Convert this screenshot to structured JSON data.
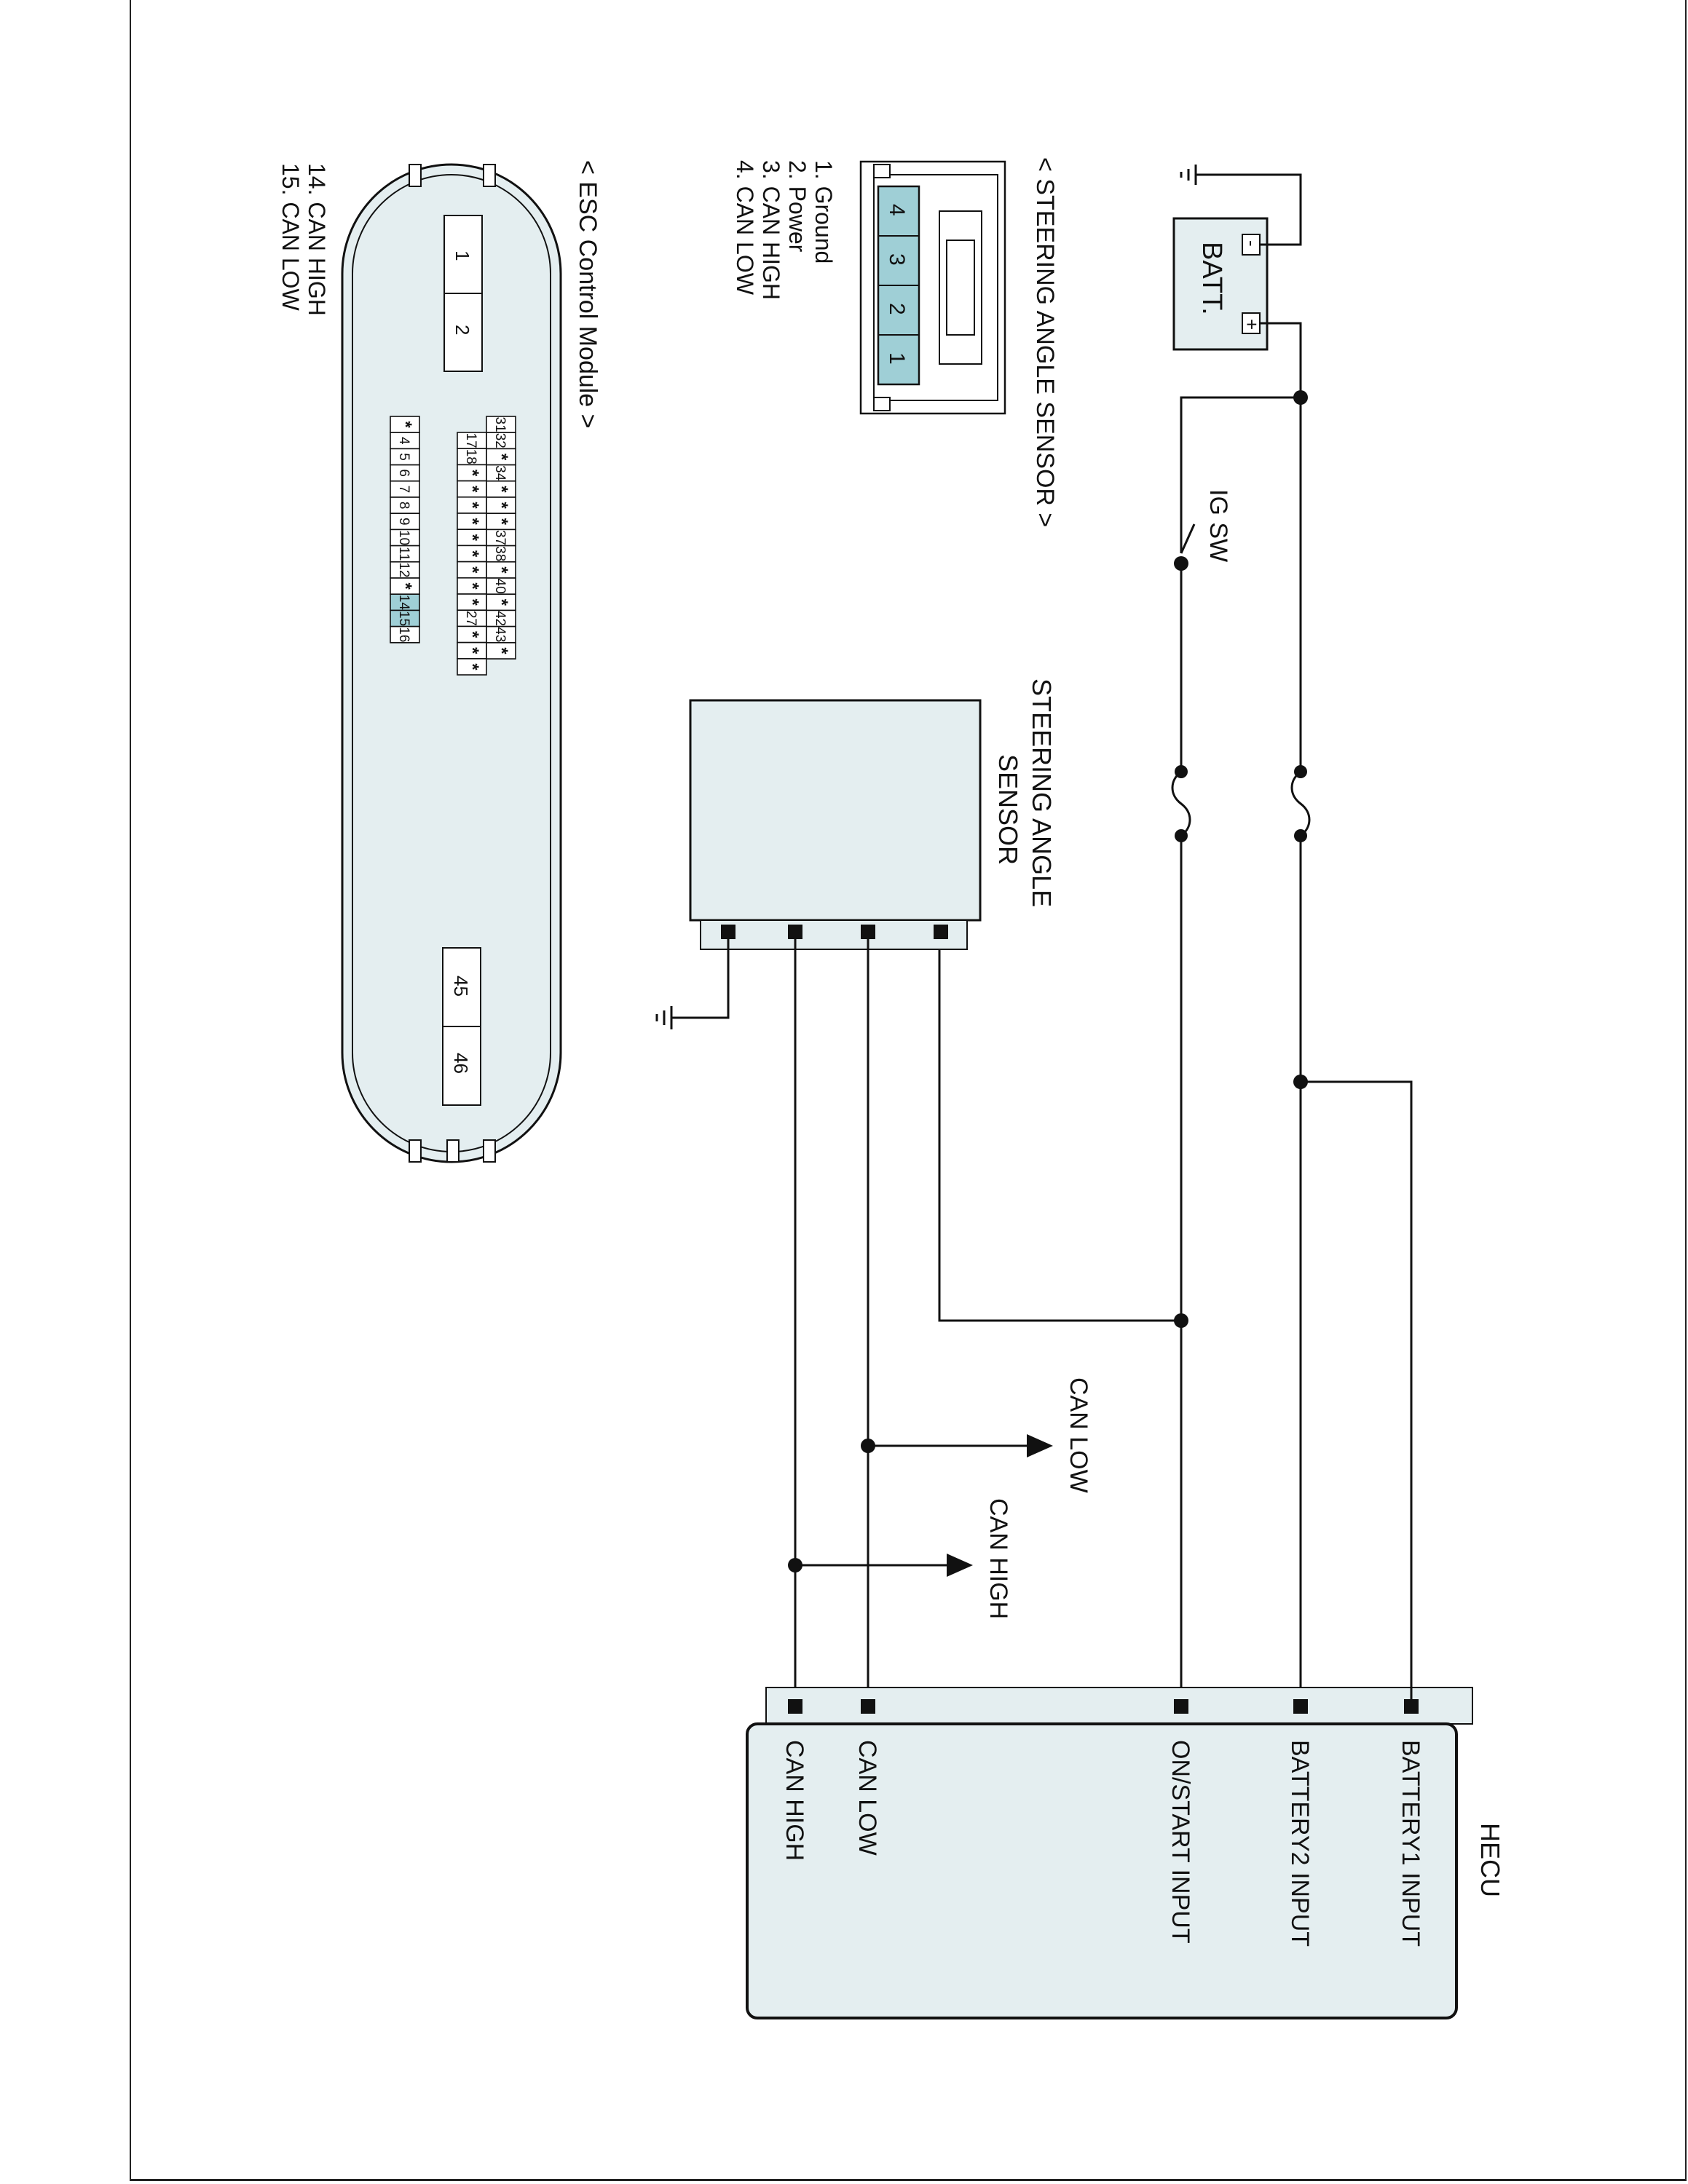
{
  "battery": {
    "label": "BATT.",
    "plus": "+",
    "minus": "-"
  },
  "ig_switch": {
    "label": "IG SW"
  },
  "sensor_box": {
    "label_line1": "STEERING ANGLE",
    "label_line2": "SENSOR"
  },
  "can_low_arrow": {
    "label": "CAN LOW"
  },
  "can_high_arrow": {
    "label": "CAN HIGH"
  },
  "hecu": {
    "title": "HECU",
    "pins": [
      "BATTERY1 INPUT",
      "BATTERY2 INPUT",
      "ON/START INPUT",
      "CAN LOW",
      "CAN HIGH"
    ]
  },
  "sas_connector": {
    "title": "< STEERING ANGLE SENSOR >",
    "pins": [
      "4",
      "3",
      "2",
      "1"
    ],
    "legend": [
      "1. Ground",
      "2. Power",
      "3. CAN HIGH",
      "4. CAN LOW"
    ]
  },
  "esc_connector": {
    "title": "< ESC Control Module >",
    "left_pins": [
      "1",
      "2"
    ],
    "right_pins": [
      "45",
      "46"
    ],
    "row_top": [
      "31",
      "32",
      "*",
      "34",
      "*",
      "*",
      "*",
      "37",
      "38",
      "*",
      "40",
      "*",
      "42",
      "43",
      "*"
    ],
    "row_mid": [
      "17",
      "18",
      "*",
      "*",
      "*",
      "*",
      "*",
      "*",
      "*",
      "*",
      "*",
      "27",
      "*",
      "*",
      "*"
    ],
    "row_bot": [
      "*",
      "4",
      "5",
      "6",
      "7",
      "8",
      "9",
      "10",
      "11",
      "12",
      "*",
      "14",
      "15",
      "16"
    ],
    "legend": [
      "14. CAN HIGH",
      "15. CAN LOW"
    ]
  },
  "colors": {
    "highlight": "#9fcfd6",
    "panel": "#e4eef0",
    "line": "#111111"
  }
}
